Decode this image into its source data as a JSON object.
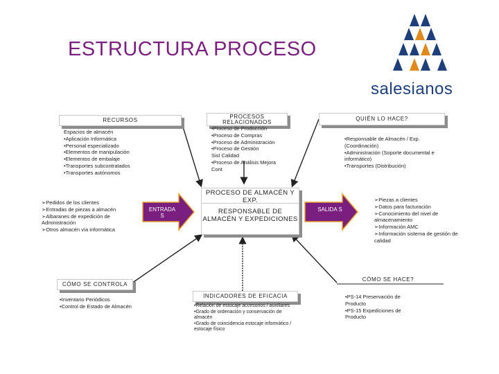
{
  "title": "ESTRUCTURA PROCESO",
  "logo": {
    "text": "salesianos",
    "primary_color": "#1f3f7a",
    "accent_color": "#e08a1c"
  },
  "colors": {
    "title": "#7a1f7f",
    "arrow_fill": "#7a1f7f",
    "arrow_outline": "#e5a32a",
    "connector": "#222222"
  },
  "recursos": {
    "header": "RECURSOS",
    "items": [
      "Espacios de almacén",
      "•Aplicación Informática",
      "•Personal especializado",
      "•Elementos de manipulación",
      "•Elementos de embalaje",
      "•Transportes subcontratados",
      "•Transportes autónomos"
    ]
  },
  "procesos_relacionados": {
    "header": "PROCESOS RELACIONADOS",
    "items": [
      "•Proceso de Producción",
      "•Proceso de Compras",
      "•Proceso de Administración",
      "•Proceso de Gestión",
      "Sist Calidad",
      "•Proceso de Análisis Mejora",
      "Cont"
    ]
  },
  "quien": {
    "header": "QUIÉN LO HACE?",
    "items": [
      "•Responsable de Almacén / Exp. (Coordinación)",
      "•Administración (Soporte documental e informático)",
      "•Transportes (Distribución)"
    ]
  },
  "entradas": {
    "items": [
      "➢Pedidos de los clientes",
      "➢Entradas de piezas a almacén",
      "➢Albaranes de expedición de Administración",
      "➢Otros almacén vía informática"
    ]
  },
  "entrada_label": "ENTRADA S",
  "proceso": {
    "title": "PROCESO DE ALMACÉN Y EXP.",
    "owner": "RESPONSABLE DE ALMACÉN Y EXPEDICIONES"
  },
  "salida_label": "SALIDA S",
  "salidas": {
    "items": [
      "➢Piezas a clientes",
      "➢Datos para facturación",
      "➢Conocimiento del nivel de almacenamiento",
      "➢Información AMC",
      "➢Información sistema de gestión de calidad"
    ]
  },
  "como_controla": {
    "header": "CÓMO SE CONTROLA",
    "items": [
      "•Inventario Periódicos",
      "•Control de Estado de Almacén"
    ]
  },
  "indicadores": {
    "header": "INDICADORES DE EFICACIA",
    "items": [
      "•Relación de estocaje accesorios / auxiliares",
      "•Grado de ordenación y conservación de almacén",
      "•Grado de coincidencia estocaje informático / estocaje físico"
    ]
  },
  "como_hace": {
    "header": "CÓMO SE HACE?",
    "items": [
      "•PS-14 Preservación de Producto",
      "•PS-15 Expediciones de Producto"
    ]
  }
}
